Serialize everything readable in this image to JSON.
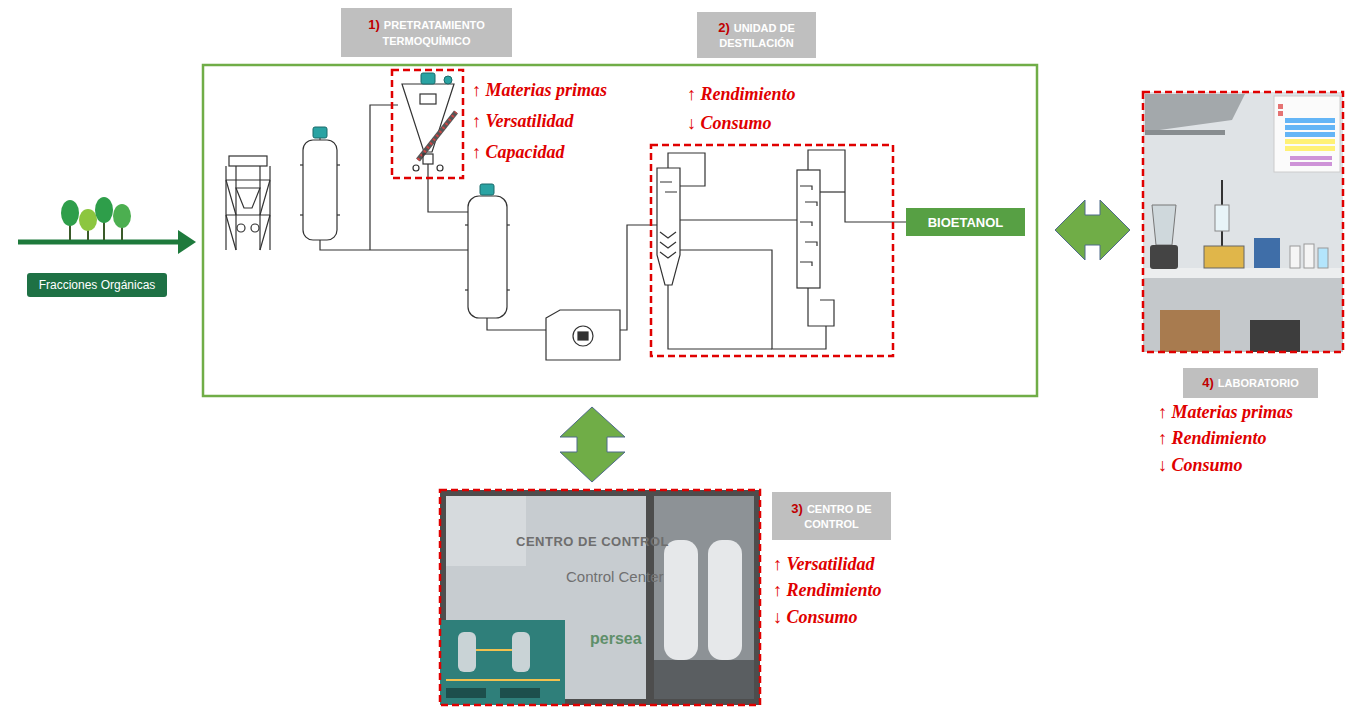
{
  "diagram": {
    "nodes": [
      {
        "text": [
          "Fracciones Orgánicas"
        ]
      },
      {
        "text": [
          "1)",
          "PRETRATAMIENTO TERMOQUÍMICO"
        ]
      },
      {
        "text": [
          "2)",
          "UNIDAD DE DESTILACIÓN"
        ]
      },
      {
        "text": [
          "BIOETANOL"
        ]
      },
      {
        "text": [
          "4)",
          "LABORATORIO"
        ]
      },
      {
        "text": [
          "3)",
          "CENTRO DE CONTROL"
        ]
      }
    ],
    "labels": [
      "↑ Materias primas",
      "↑ Versatilidad",
      "↑ Capacidad",
      "↑ Rendimiento",
      "↓ Consumo",
      "↑ Materias primas",
      "↑ Rendimiento",
      "↓ Consumo",
      "↑ Versatilidad",
      "↑ Rendimiento",
      "↓ Consumo",
      "CENTRO DE CONTROL",
      "Control Center",
      "persea"
    ]
  }
}
